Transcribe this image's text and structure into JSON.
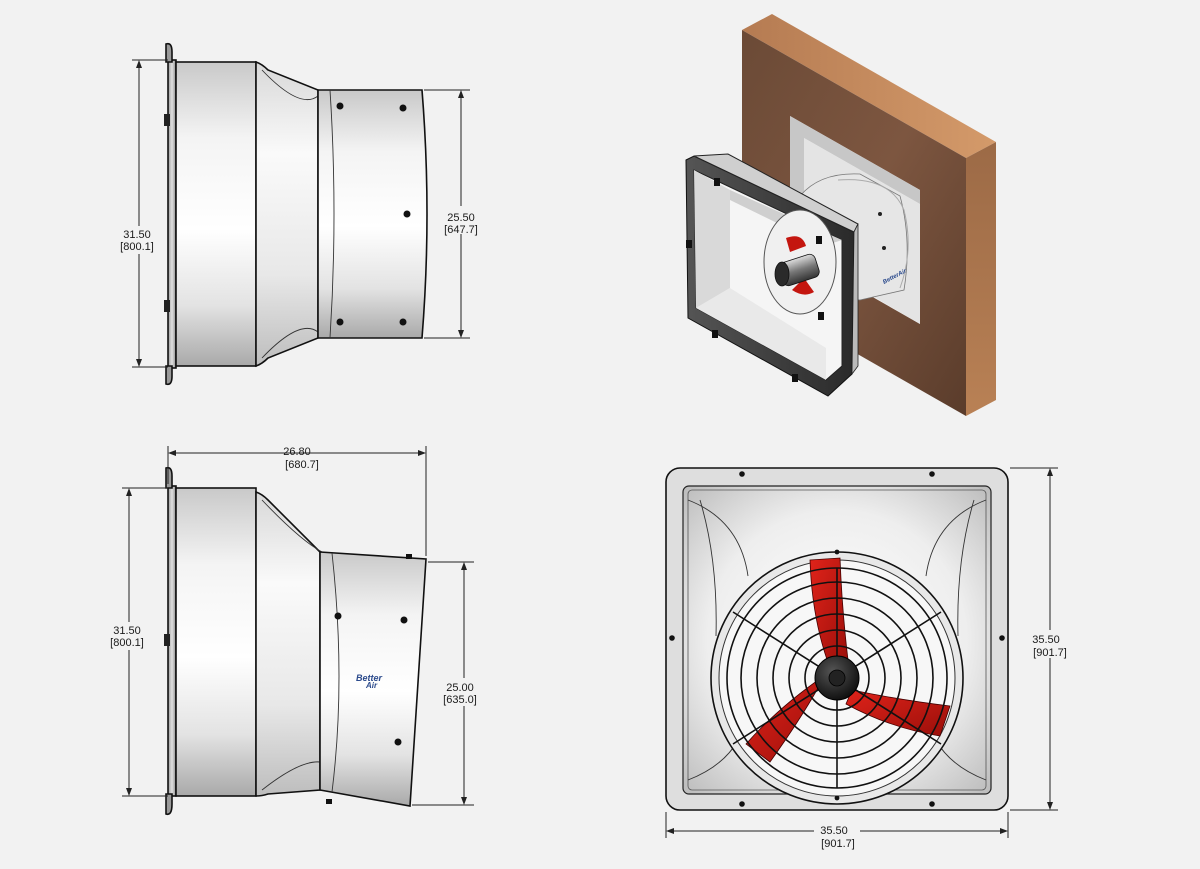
{
  "drawing": {
    "views": {
      "side_top": {
        "height": {
          "value": "31.50",
          "metric": "[800.1]"
        },
        "outlet": {
          "value": "25.50",
          "metric": "[647.7]"
        }
      },
      "side_bottom": {
        "depth": {
          "value": "26.80",
          "metric": "[680.7]"
        },
        "height": {
          "value": "31.50",
          "metric": "[800.1]"
        },
        "outlet": {
          "value": "25.00",
          "metric": "[635.0]"
        },
        "logo_text": [
          "Better",
          "Air"
        ]
      },
      "front": {
        "height": {
          "value": "35.50",
          "metric": "[901.7]"
        },
        "width": {
          "value": "35.50",
          "metric": "[901.7]"
        }
      },
      "iso": {
        "logo_text": "BetterAir"
      }
    },
    "colors": {
      "background": "#f2f2f2",
      "blade_red": "#c4160f",
      "wood": "#7a5238",
      "metal_light": "#ffffff",
      "metal_dark": "#b9b9b9"
    }
  }
}
